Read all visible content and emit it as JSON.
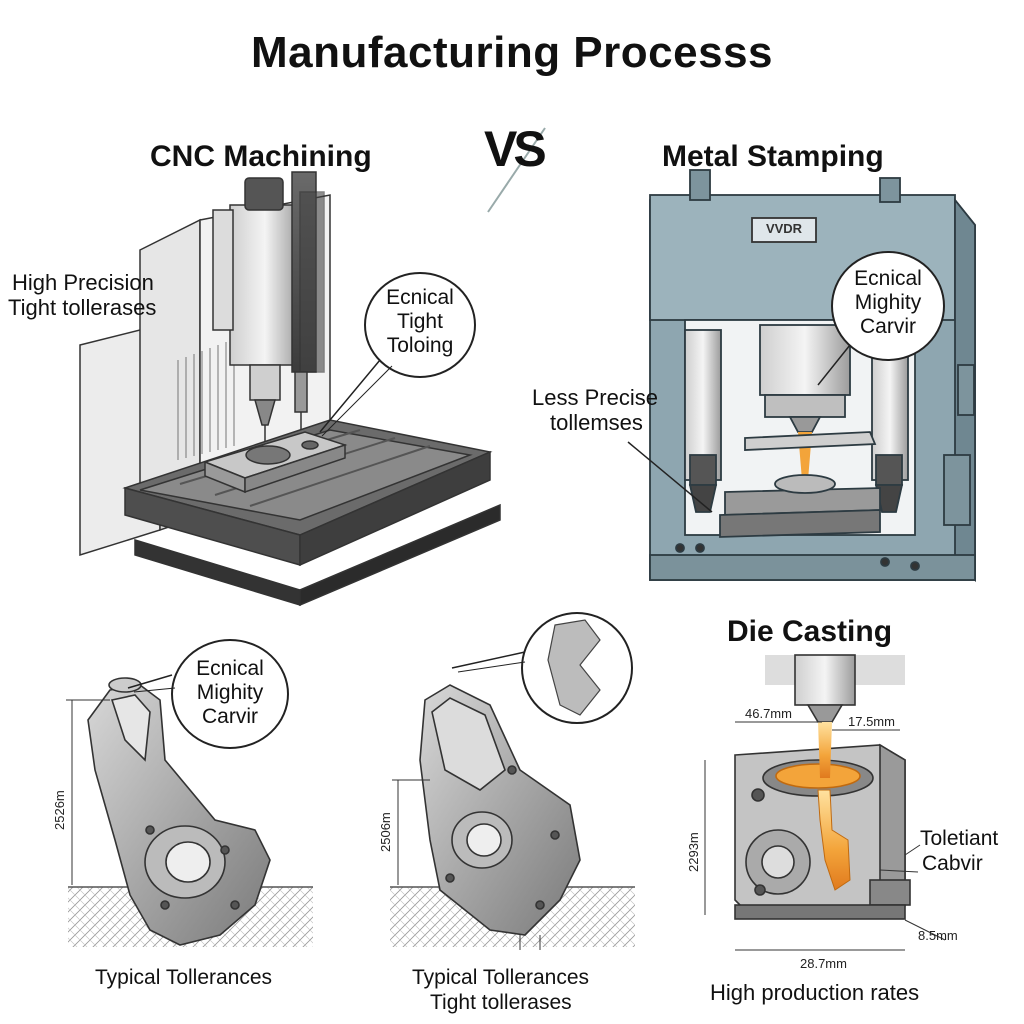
{
  "page": {
    "title": "Manufacturing Processs",
    "vs": "VS"
  },
  "cnc": {
    "heading": "CNC Machining",
    "note_line1": "High Precision",
    "note_line2": "Tight tollerases",
    "bubble": [
      "Ecnical",
      "Tight",
      "Toloing"
    ]
  },
  "stamping": {
    "heading": "Metal Stamping",
    "brand_plate": "VVDR",
    "note_line1": "Less Precise",
    "note_line2": "tollemses",
    "bubble": [
      "Ecnical",
      "Mighity",
      "Carvir"
    ]
  },
  "part_left": {
    "bubble": [
      "Ecnical",
      "Mighity",
      "Carvir"
    ],
    "dimension": "2526m",
    "caption": "Typical Tollerances"
  },
  "part_middle": {
    "dimension": "2506m",
    "caption_line1": "Typical Tollerances",
    "caption_line2": "Tight tollerases"
  },
  "die_casting": {
    "heading": "Die Casting",
    "dim_top_left": "46.7mm",
    "dim_top_right": "17.5mm",
    "dim_side": "2293m",
    "dim_bottom": "28.7mm",
    "dim_bottom_right": "8.5mm",
    "note_line1": "Toletiant",
    "note_line2": "Cabvir",
    "caption": "High production rates"
  },
  "colors": {
    "machine_gray": "#9a9a9a",
    "press_blue": "#8fa6b0",
    "molten": "#f3a43a"
  }
}
